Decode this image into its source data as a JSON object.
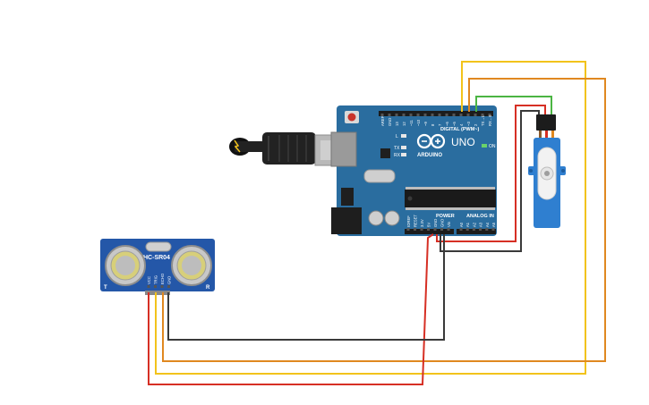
{
  "components": {
    "arduino": {
      "brand": "ARDUINO",
      "model": "UNO",
      "header_digital": "DIGITAL (PWM~)",
      "header_power": "POWER",
      "header_analog": "ANALOG IN",
      "led_l": "L",
      "led_tx": "TX",
      "led_rx": "RX",
      "led_on": "ON",
      "digital_pins": [
        "AREF",
        "GND",
        "13",
        "12",
        "~11",
        "~10",
        "~9",
        "8",
        "7",
        "~6",
        "~5",
        "4",
        "~3",
        "2",
        "TX→1",
        "RX←0"
      ],
      "power_pins": [
        "IOREF",
        "RESET",
        "3.3V",
        "5V",
        "GND",
        "GND",
        "Vin"
      ],
      "analog_pins": [
        "A0",
        "A1",
        "A2",
        "A3",
        "A4",
        "A5"
      ],
      "board_color": "#2a6d9f"
    },
    "sensor": {
      "label": "HC-SR04",
      "left_mark": "T",
      "right_mark": "R",
      "pins": [
        "VCC",
        "TRIG",
        "ECHO",
        "GND"
      ],
      "board_color": "#2457a8"
    },
    "servo": {
      "body_color": "#2f7fd0"
    },
    "usb_cable": {
      "icon": "usb-plug-icon"
    }
  },
  "wire_colors": {
    "red": "#d62f24",
    "yellow": "#f2c31b",
    "orange": "#e08820",
    "green": "#4bb543",
    "black": "#3a3a3a"
  }
}
